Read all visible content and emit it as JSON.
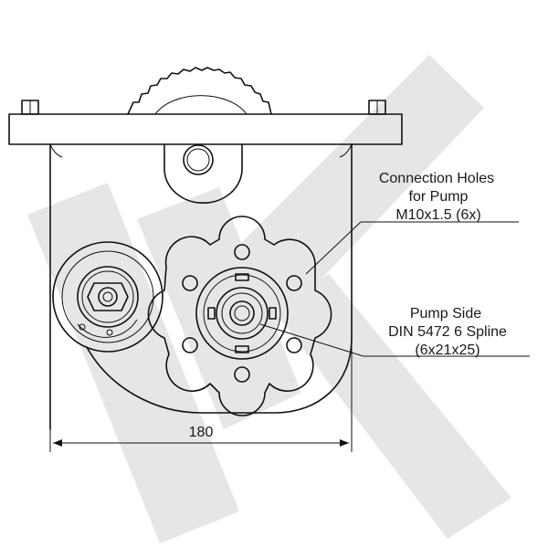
{
  "labels": {
    "connection_line1": "Connection Holes",
    "connection_line2": "for Pump",
    "connection_line3": "M10x1.5 (6x)",
    "pump_line1": "Pump Side",
    "pump_line2": "DIN 5472 6 Spline",
    "pump_line3": "(6x21x25)",
    "dimension": "180"
  },
  "colors": {
    "line": "#111111",
    "watermark": "#e6e6e6",
    "background": "#ffffff"
  }
}
